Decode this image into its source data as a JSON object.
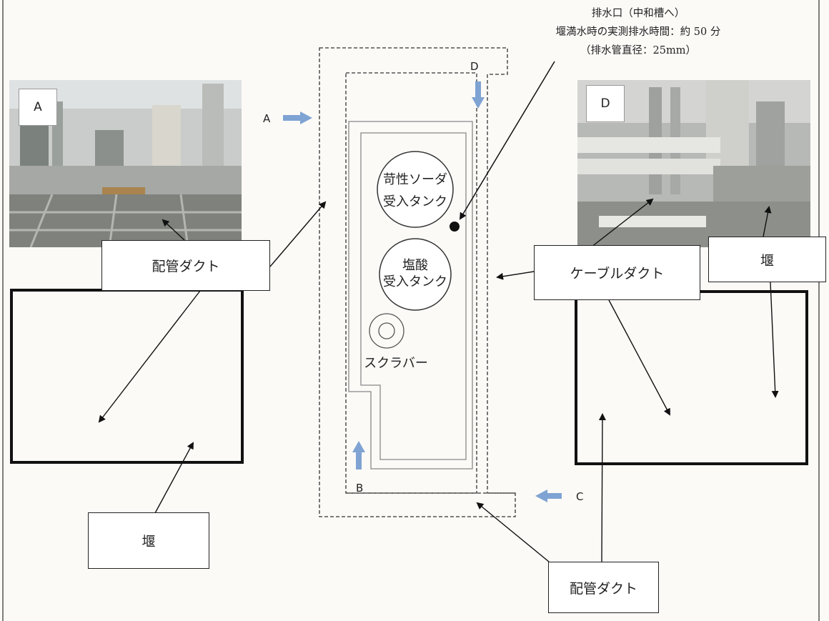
{
  "drain": {
    "line1": "排水口（中和槽へ）",
    "line2": "堰満水時の実測排水時間：約 50 分",
    "line3": "（排水管直径：25mm）"
  },
  "photos": {
    "a_tag": "A",
    "d_tag": "D"
  },
  "view_markers": {
    "a": "A",
    "b": "B",
    "c": "C",
    "d": "D"
  },
  "tanks": {
    "caustic_line1": "苛性ソーダ",
    "caustic_line2": "受入タンク",
    "hcl_line1": "塩酸",
    "hcl_line2": "受入タンク",
    "scrubber": "スクラバー"
  },
  "callouts": {
    "pipe_duct_left": "配管ダクト",
    "weir_left": "堰",
    "cable_duct": "ケーブルダクト",
    "weir_right": "堰",
    "pipe_duct_bottom": "配管ダクト"
  },
  "colors": {
    "arrow_blue": "#7fa3d3",
    "frame": "#111111",
    "paper": "#fbfaf7"
  }
}
